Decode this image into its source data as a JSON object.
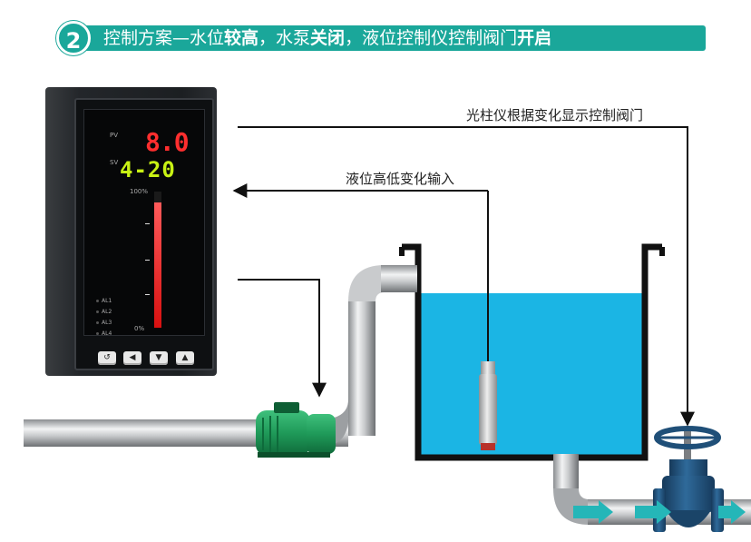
{
  "header": {
    "step_number": "2",
    "title_segments": [
      {
        "text": "控制方案—水位",
        "bold": false
      },
      {
        "text": "较高",
        "bold": true
      },
      {
        "text": "，水泵",
        "bold": false
      },
      {
        "text": "关闭",
        "bold": true
      },
      {
        "text": "，液位控制仪控制阀门",
        "bold": false
      },
      {
        "text": "开启",
        "bold": true
      }
    ]
  },
  "labels": {
    "valve_signal": "光柱仪根据变化显示控制阀门",
    "level_input": "液位高低变化输入"
  },
  "controller": {
    "pv_label": "PV",
    "sv_label": "SV",
    "pv_value": "8.0",
    "sv_value": "4-20",
    "bar_max_label": "100%",
    "bar_min_label": "0%",
    "bar_level": 0.92,
    "alarms": [
      "AL1",
      "AL2",
      "AL3",
      "AL4"
    ],
    "buttons": [
      "↺",
      "◀",
      "▼",
      "▲"
    ]
  },
  "colors": {
    "banner": "#1aa79a",
    "water": "#1bb5e4",
    "pump": "#1f9a59",
    "valve": "#1f4f78",
    "flow_arrow": "#25b6b8",
    "signal_line": "#111111"
  }
}
